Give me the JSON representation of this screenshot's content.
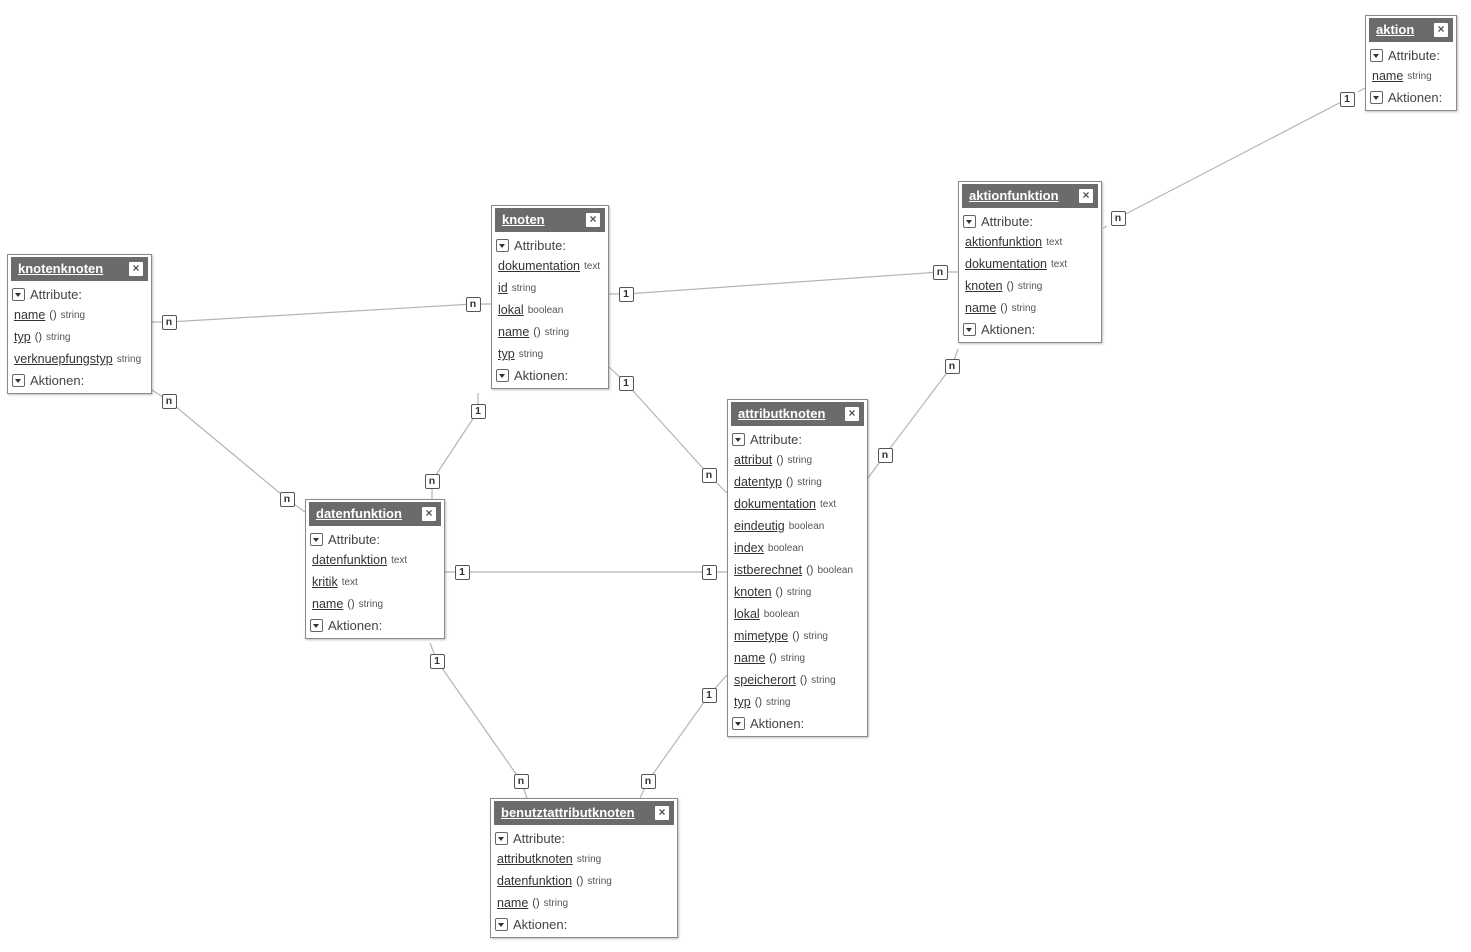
{
  "paren_text": "()",
  "entities": [
    {
      "id": "aktion",
      "title": "aktion",
      "close_label": "×",
      "attributes_label": "Attribute:",
      "actions_label": "Aktionen:",
      "attributes": [
        {
          "name": "name",
          "paren": false,
          "type": "string"
        }
      ]
    },
    {
      "id": "aktionfunktion",
      "title": "aktionfunktion",
      "close_label": "×",
      "attributes_label": "Attribute:",
      "actions_label": "Aktionen:",
      "attributes": [
        {
          "name": "aktionfunktion",
          "paren": false,
          "type": "text"
        },
        {
          "name": "dokumentation",
          "paren": false,
          "type": "text"
        },
        {
          "name": "knoten",
          "paren": true,
          "type": "string"
        },
        {
          "name": "name",
          "paren": true,
          "type": "string"
        }
      ]
    },
    {
      "id": "knoten",
      "title": "knoten",
      "close_label": "×",
      "attributes_label": "Attribute:",
      "actions_label": "Aktionen:",
      "attributes": [
        {
          "name": "dokumentation",
          "paren": false,
          "type": "text"
        },
        {
          "name": "id",
          "paren": false,
          "type": "string"
        },
        {
          "name": "lokal",
          "paren": false,
          "type": "boolean"
        },
        {
          "name": "name",
          "paren": true,
          "type": "string"
        },
        {
          "name": "typ",
          "paren": false,
          "type": "string"
        }
      ]
    },
    {
      "id": "knotenknoten",
      "title": "knotenknoten",
      "close_label": "×",
      "attributes_label": "Attribute:",
      "actions_label": "Aktionen:",
      "attributes": [
        {
          "name": "name",
          "paren": true,
          "type": "string"
        },
        {
          "name": "typ",
          "paren": true,
          "type": "string"
        },
        {
          "name": "verknuepfungstyp",
          "paren": false,
          "type": "string"
        }
      ]
    },
    {
      "id": "attributknoten",
      "title": "attributknoten",
      "close_label": "×",
      "attributes_label": "Attribute:",
      "actions_label": "Aktionen:",
      "attributes": [
        {
          "name": "attribut",
          "paren": true,
          "type": "string"
        },
        {
          "name": "datentyp",
          "paren": true,
          "type": "string"
        },
        {
          "name": "dokumentation",
          "paren": false,
          "type": "text"
        },
        {
          "name": "eindeutig",
          "paren": false,
          "type": "boolean"
        },
        {
          "name": "index",
          "paren": false,
          "type": "boolean"
        },
        {
          "name": "istberechnet",
          "paren": true,
          "type": "boolean"
        },
        {
          "name": "knoten",
          "paren": true,
          "type": "string"
        },
        {
          "name": "lokal",
          "paren": false,
          "type": "boolean"
        },
        {
          "name": "mimetype",
          "paren": true,
          "type": "string"
        },
        {
          "name": "name",
          "paren": true,
          "type": "string"
        },
        {
          "name": "speicherort",
          "paren": true,
          "type": "string"
        },
        {
          "name": "typ",
          "paren": true,
          "type": "string"
        }
      ]
    },
    {
      "id": "datenfunktion",
      "title": "datenfunktion",
      "close_label": "×",
      "attributes_label": "Attribute:",
      "actions_label": "Aktionen:",
      "attributes": [
        {
          "name": "datenfunktion",
          "paren": false,
          "type": "text"
        },
        {
          "name": "kritik",
          "paren": false,
          "type": "text"
        },
        {
          "name": "name",
          "paren": true,
          "type": "string"
        }
      ]
    },
    {
      "id": "benutztattributknoten",
      "title": "benutztattributknoten",
      "close_label": "×",
      "attributes_label": "Attribute:",
      "actions_label": "Aktionen:",
      "attributes": [
        {
          "name": "attributknoten",
          "paren": false,
          "type": "string"
        },
        {
          "name": "datenfunktion",
          "paren": true,
          "type": "string"
        },
        {
          "name": "name",
          "paren": true,
          "type": "string"
        }
      ]
    }
  ],
  "relations": [
    {
      "from": "aktion",
      "to": "aktionfunktion",
      "from_card": "1",
      "to_card": "n"
    },
    {
      "from": "knoten",
      "to": "aktionfunktion",
      "from_card": "1",
      "to_card": "n"
    },
    {
      "from": "knoten",
      "to": "knotenknoten",
      "from_card": "n",
      "to_card": "n"
    },
    {
      "from": "knoten",
      "to": "datenfunktion",
      "from_card": "1",
      "to_card": "n"
    },
    {
      "from": "knoten",
      "to": "attributknoten",
      "from_card": "1",
      "to_card": "n"
    },
    {
      "from": "aktionfunktion",
      "to": "attributknoten",
      "from_card": "n",
      "to_card": "n"
    },
    {
      "from": "knotenknoten",
      "to": "datenfunktion",
      "from_card": "n",
      "to_card": "n"
    },
    {
      "from": "datenfunktion",
      "to": "attributknoten",
      "from_card": "1",
      "to_card": "1"
    },
    {
      "from": "datenfunktion",
      "to": "benutztattributknoten",
      "from_card": "1",
      "to_card": "n"
    },
    {
      "from": "attributknoten",
      "to": "benutztattributknoten",
      "from_card": "1",
      "to_card": "n"
    }
  ]
}
